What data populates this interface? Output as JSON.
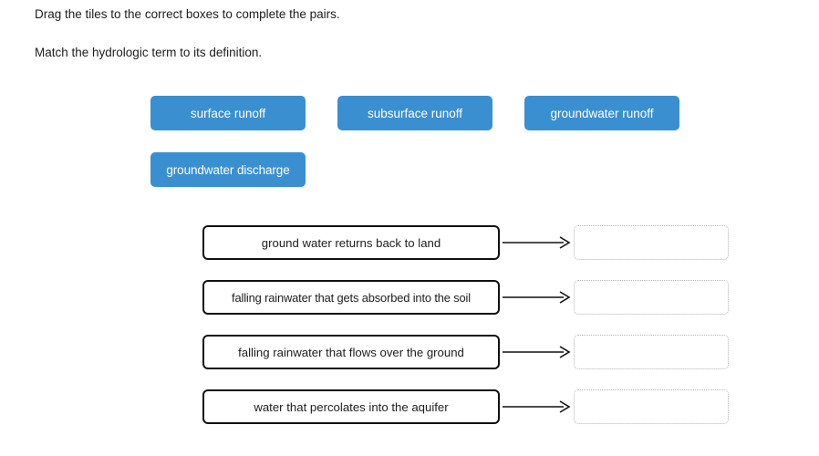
{
  "instructions": {
    "line1": "Drag the tiles to the correct boxes to complete the pairs.",
    "line2": "Match the hydrologic term to its definition."
  },
  "colors": {
    "tile_blue": "#3a8fd0",
    "tile_text": "#ffffff",
    "definition_border": "#111111",
    "dropzone_border": "#b4b4b4",
    "page_background": "#ffffff",
    "body_text": "#1c1c1c"
  },
  "tiles": [
    {
      "label": "surface runoff"
    },
    {
      "label": "subsurface runoff"
    },
    {
      "label": "groundwater runoff"
    },
    {
      "label": "groundwater discharge"
    }
  ],
  "match_rows": [
    {
      "definition": "ground water returns back to land",
      "arrow_icon": "arrow-right-icon",
      "answer": ""
    },
    {
      "definition": "falling rainwater that gets absorbed into the soil",
      "arrow_icon": "arrow-right-icon",
      "answer": ""
    },
    {
      "definition": "falling rainwater that flows over the ground",
      "arrow_icon": "arrow-right-icon",
      "answer": ""
    },
    {
      "definition": "water that percolates into the aquifer",
      "arrow_icon": "arrow-right-icon",
      "answer": ""
    }
  ]
}
